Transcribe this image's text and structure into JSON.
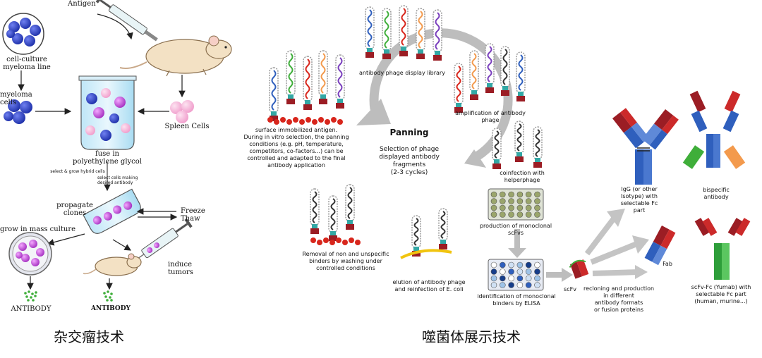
{
  "hybridoma": {
    "antigen": "Antigen",
    "cell_culture": "cell-culture\nmyeloma line",
    "myeloma_cells": "myeloma cells",
    "spleen_cells": "Spleen Cells",
    "fuse": "fuse in\npolyethylene glycol",
    "select_grow": "select & grow hybrid cells",
    "select_making": "select cells making\ndesired antibody",
    "propagate": "propagate\nclones",
    "freeze": "Freeze",
    "thaw": "Thaw",
    "grow_mass": "grow in mass culture",
    "induce": "induce tumors",
    "antibody_left": "ANTIBODY",
    "antibody_right": "ANTIBODY"
  },
  "phage": {
    "library": "antibody phage display library",
    "amplification": "amplification of antibody\nphage",
    "surface": "surface immobilized antigen.\nDuring in vitro selection, the panning\nconditions (e.g. pH, temperature,\ncompetitors, co-factors...) can be\ncontrolled and adapted to the final\nantibody application",
    "panning_title": "Panning",
    "panning_sub": "Selection of phage\ndisplayed antibody\nfragments\n(2-3 cycles)",
    "coinfection": "coinfection with\nhelperphage",
    "production": "production of monoclonal\nscFvs",
    "removal": "Removal of non and unspecific\nbinders by washing under\ncontrolled conditions",
    "elution": "elution of antibody phage\nand reinfection of E. coli",
    "identification": "identification of monoclonal\nbinders by ELISA",
    "scfv": "scFv",
    "recloning": "recloning and production\nin different\nantibody formats\nor fusion proteins",
    "igg": "IgG (or other\nIsotype) with\nselectable Fc\npart",
    "bispecific": "bispecific\nantibody",
    "fab": "Fab",
    "scfv_fc": "scFv-Fc (Yumab) with\nselectable Fc part\n(human, murine...)"
  },
  "captions": {
    "left": "杂交瘤技术",
    "right": "噬菌体展示技术"
  },
  "colors": {
    "myeloma": "#2b3fbf",
    "spleen": "#f2b3d6",
    "hybrid": "#c64bd8",
    "arrow_gray": "#b9b9b9",
    "antigen_red": "#d8261c",
    "antibody_green": "#3fae3a",
    "fc_blue": "#2f5fbd",
    "fab_red": "#9b1d24"
  },
  "icons": [
    "syringe-icon",
    "mouse-icon",
    "culture-tube-icon",
    "petri-dish-icon",
    "phage-icon",
    "well-plate-icon",
    "antibody-icon"
  ]
}
